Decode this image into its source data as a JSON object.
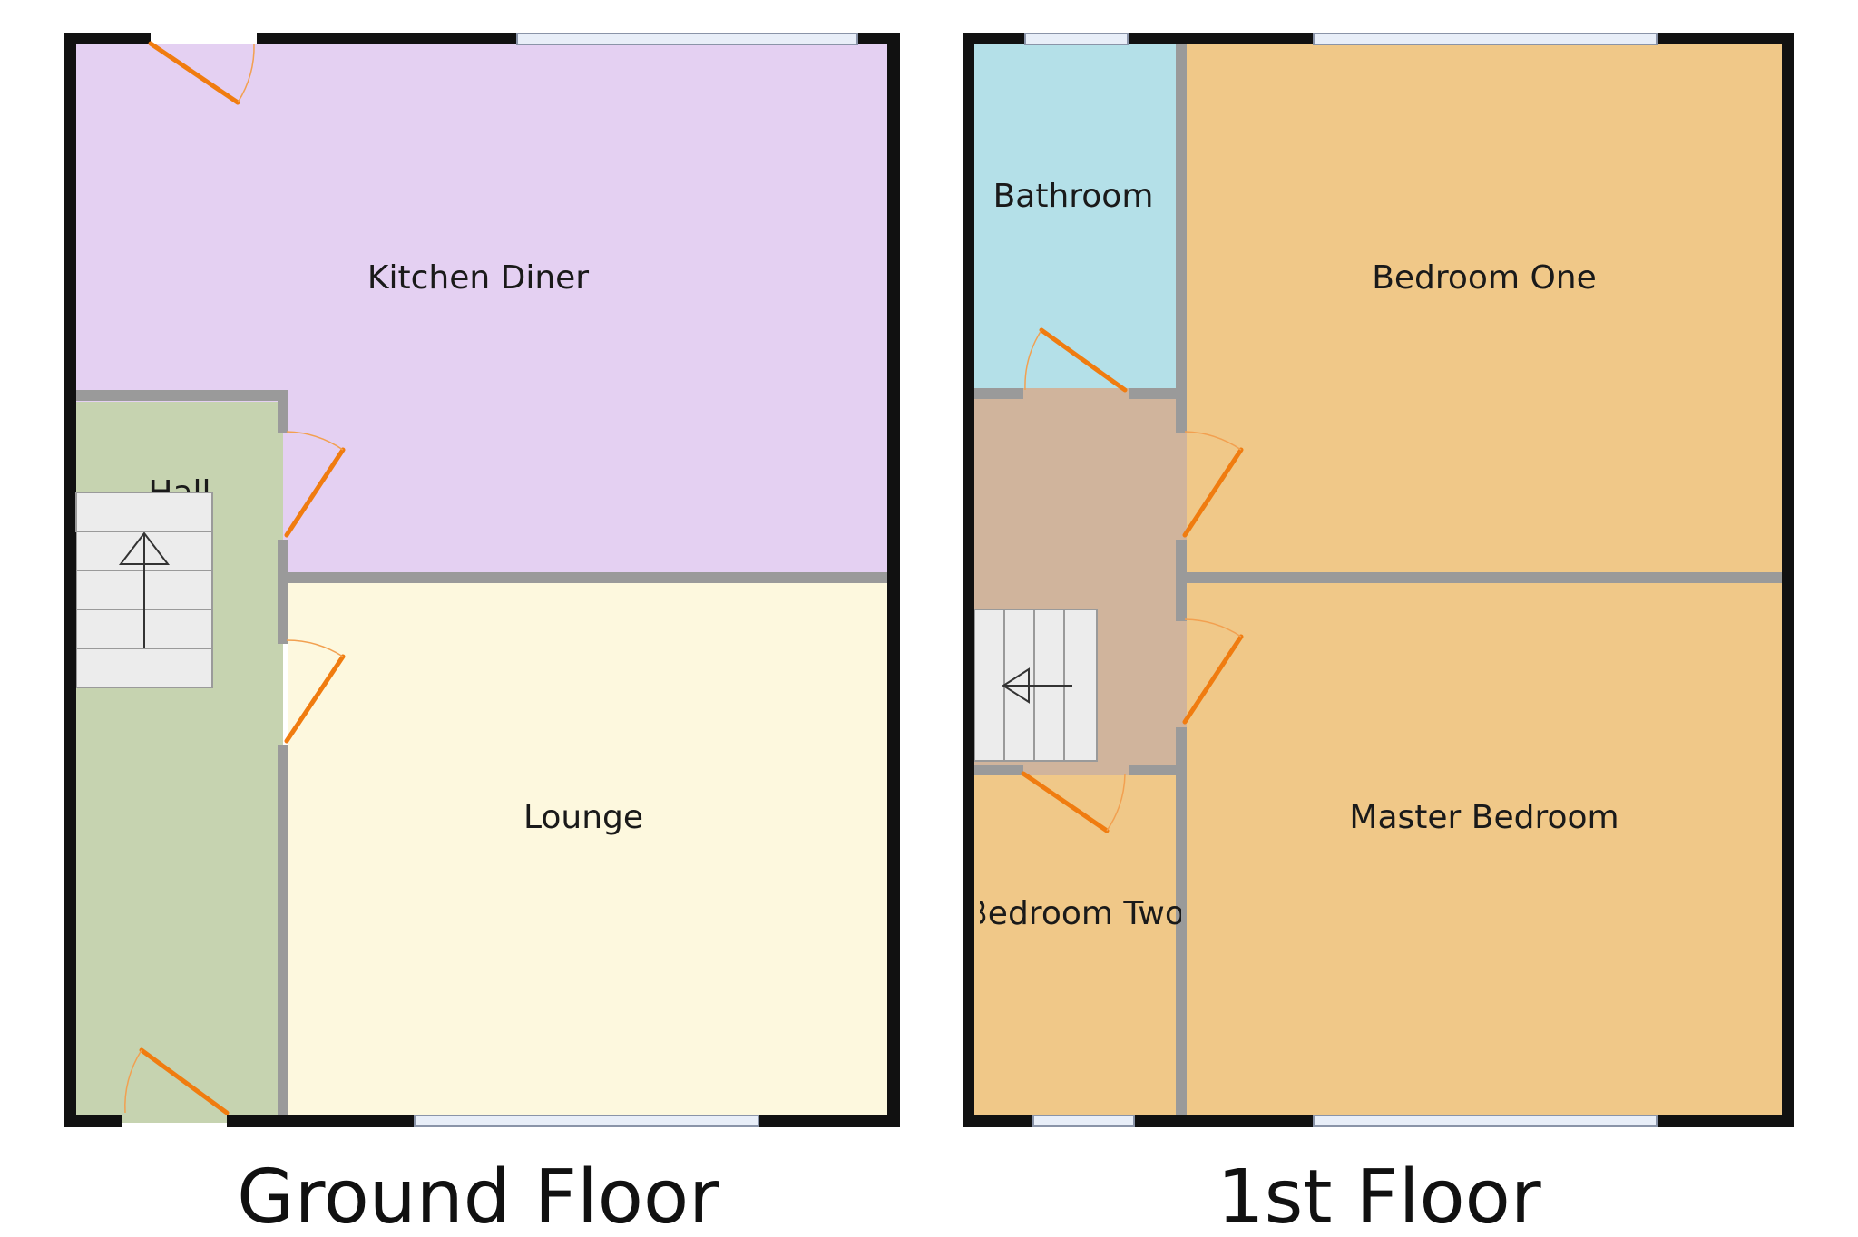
{
  "floors": {
    "ground": {
      "title": "Ground Floor",
      "rooms": {
        "kitchen_diner": "Kitchen Diner",
        "lounge": "Lounge",
        "hall": "Hall"
      }
    },
    "first": {
      "title": "1st Floor",
      "rooms": {
        "bathroom": "Bathroom",
        "bedroom_one": "Bedroom One",
        "master_bedroom": "Master Bedroom",
        "bedroom_two": "Bedroom Two"
      }
    }
  },
  "colors": {
    "kitchen_diner": "#e4d0f2",
    "lounge": "#fdf8de",
    "hall": "#c6d3b0",
    "bathroom": "#b4e0e8",
    "bedroom": "#f0c888",
    "landing": "#d0b49c",
    "stairs": "#ececec",
    "outer_wall": "#111111",
    "inner_wall": "#9a9a9a",
    "window": "#e8eef8",
    "door": "#f07c10",
    "door_arc": "#f2a050"
  }
}
